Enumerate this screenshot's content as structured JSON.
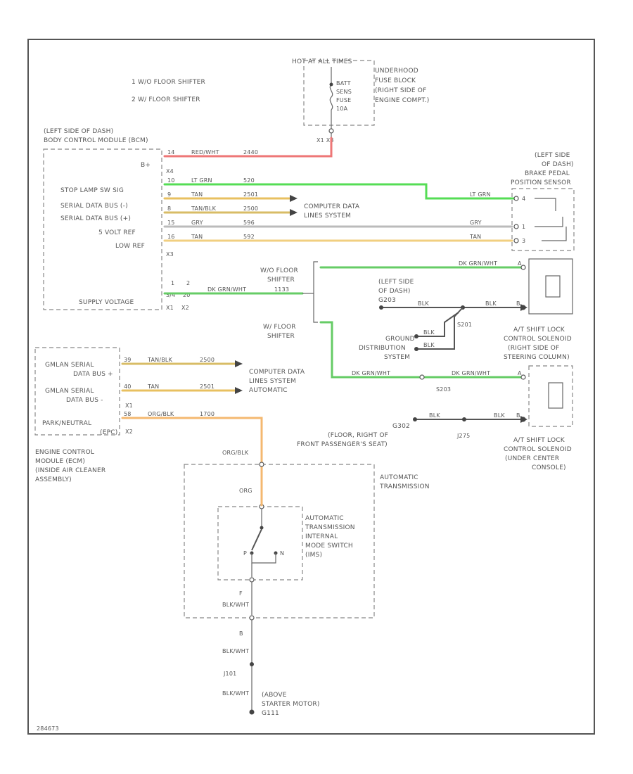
{
  "colors": {
    "red_wht": "#ee7777",
    "lt_grn": "#55dd55",
    "tan": "#e8c060",
    "tan_blk": "#d8bc66",
    "gry": "#bbbbbb",
    "tan_lt": "#f1cf80",
    "dk_grn_wht": "#66cc66",
    "org_blk": "#f4b870",
    "black": "#444444"
  },
  "notes": {
    "n1": "1   W/O FLOOR SHIFTER",
    "n2": "2   W/ FLOOR SHIFTER"
  },
  "fuse": {
    "hot": "HOT AT ALL TIMES",
    "name": [
      "BATT",
      "SENS",
      "FUSE",
      "10A"
    ],
    "location": [
      "UNDERHOOD",
      "FUSE BLOCK",
      "(RIGHT SIDE OF",
      "ENGINE COMPT.)"
    ],
    "conn": "X1  X3"
  },
  "bcm": {
    "location": [
      "(LEFT SIDE OF DASH)",
      "BODY CONTROL MODULE (BCM)"
    ],
    "pins": {
      "bplus": "B+",
      "stop": "STOP LAMP SW SIG",
      "sd_lo": "SERIAL DATA BUS (-)",
      "sd_hi": "SERIAL DATA BUS (+)",
      "ref5": "5 VOLT REF",
      "lowref": "LOW REF",
      "supply": "SUPPLY VOLTAGE"
    },
    "x4": "X4",
    "x3": "X3",
    "sup_n1": "1",
    "sup_n2": "2",
    "sup_c1": "X1",
    "sup_c2": "X2",
    "sup_p1": "3/4",
    "sup_p2": "20"
  },
  "wires": {
    "w1": {
      "pin": "14",
      "color": "RED/WHT",
      "circuit": "2440"
    },
    "w2": {
      "pin": "10",
      "color": "LT GRN",
      "circuit": "520"
    },
    "w3": {
      "pin": "9",
      "color": "TAN",
      "circuit": "2501"
    },
    "w4": {
      "pin": "8",
      "color": "TAN/BLK",
      "circuit": "2500"
    },
    "w5": {
      "pin": "15",
      "color": "GRY",
      "circuit": "596"
    },
    "w6": {
      "pin": "16",
      "color": "TAN",
      "circuit": "592"
    },
    "w7": {
      "color": "DK GRN/WHT",
      "circuit": "1133"
    }
  },
  "comp_data": [
    "COMPUTER DATA",
    "LINES SYSTEM"
  ],
  "brake": {
    "location": [
      "(LEFT SIDE",
      "OF DASH)",
      "BRAKE PEDAL",
      "POSITION SENSOR"
    ],
    "wire_a": "LT GRN",
    "wire_b": "GRY",
    "wire_c": "TAN",
    "pin_a": "4",
    "pin_b": "1",
    "pin_c": "3"
  },
  "shifter": {
    "wo": [
      "W/O FLOOR",
      "SHIFTER"
    ],
    "w": [
      "W/ FLOOR",
      "SHIFTER"
    ],
    "wire_top": "DK GRN/WHT",
    "wire_bot": "DK GRN/WHT",
    "pin_a": "A",
    "pin_b": "B"
  },
  "ground": {
    "g1": [
      "(LEFT SIDE",
      "OF DASH)",
      "G203"
    ],
    "blk": "BLK",
    "s201": "S201",
    "dist": [
      "GROUND",
      "DISTRIBUTION",
      "SYSTEM"
    ],
    "s203": "S203",
    "g302": [
      "G302",
      "(FLOOR, RIGHT OF",
      "FRONT PASSENGER'S SEAT)"
    ],
    "j275": "J275"
  },
  "solenoid_right": [
    "A/T SHIFT LOCK",
    "CONTROL SOLENOID",
    "(RIGHT SIDE OF",
    "STEERING COLUMN)"
  ],
  "solenoid_center": [
    "A/T SHIFT LOCK",
    "CONTROL SOLENOID",
    "(UNDER CENTER",
    "CONSOLE)"
  ],
  "ecm": {
    "pins": {
      "gm_hi": [
        "GMLAN SERIAL",
        "DATA BUS +"
      ],
      "gm_lo": [
        "GMLAN SERIAL",
        "DATA BUS -"
      ],
      "pn": [
        "PARK/NEUTRAL",
        "(EPC)"
      ]
    },
    "wa": {
      "pin": "39",
      "color": "TAN/BLK",
      "circuit": "2500"
    },
    "wb": {
      "pin": "40",
      "color": "TAN",
      "circuit": "2501"
    },
    "wc": {
      "pin": "58",
      "color": "ORG/BLK",
      "circuit": "1700"
    },
    "x1": "X1",
    "x2": "X2",
    "location": [
      "ENGINE CONTROL",
      "MODULE (ECM)",
      "(INSIDE AIR CLEANER",
      "ASSEMBLY)"
    ]
  },
  "trans": {
    "org_blk": "ORG/BLK",
    "org": "ORG",
    "label": [
      "AUTOMATIC",
      "TRANSMISSION"
    ],
    "switch": [
      "AUTOMATIC",
      "TRANSMISSION",
      "INTERNAL",
      "MODE SWITCH",
      "(IMS)"
    ],
    "p": "P",
    "n": "N",
    "blk_wht": "BLK/WHT",
    "f": "F",
    "b": "B"
  },
  "starter": {
    "blk_wht": "BLK/WHT",
    "j101": "J101",
    "blk_wht2": "BLK/WHT",
    "location": [
      "(ABOVE",
      "STARTER MOTOR)",
      "G111"
    ]
  },
  "footer": {
    "code": "284673"
  }
}
